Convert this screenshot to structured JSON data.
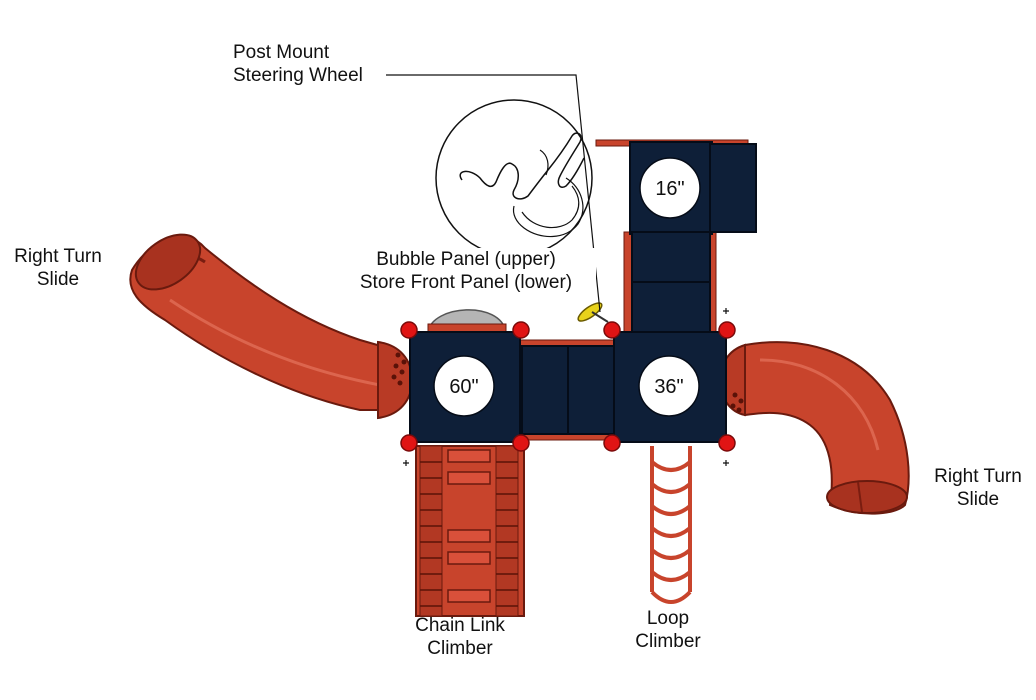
{
  "colors": {
    "slide_red": "#c8442c",
    "slide_dark": "#7a1d10",
    "deck_navy": "#0e1f38",
    "post_red": "#e01414",
    "wheel_yellow": "#e8d21a"
  },
  "labels": {
    "post_mount_wheel": [
      "Post Mount",
      "Steering Wheel"
    ],
    "right_turn_slide_left": [
      "Right Turn",
      "Slide"
    ],
    "right_turn_slide_right": [
      "Right Turn",
      "Slide"
    ],
    "bubble_store_panel": [
      "Bubble Panel (upper)",
      "Store Front Panel (lower)"
    ],
    "chain_link_climber": [
      "Chain Link",
      "Climber"
    ],
    "loop_climber": [
      "Loop",
      "Climber"
    ]
  },
  "decks": {
    "deck_16": "16\"",
    "deck_60": "60\"",
    "deck_36": "36\""
  }
}
